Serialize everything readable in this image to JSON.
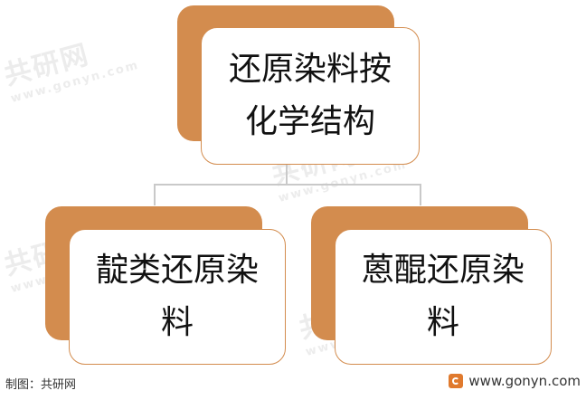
{
  "diagram": {
    "root": {
      "label": "还原染料按\n化学结构"
    },
    "children": [
      {
        "label": "靛类还原染\n料"
      },
      {
        "label": "蒽醌还原染\n料"
      }
    ]
  },
  "watermark": {
    "brand": "共研网",
    "url": "www.gonyn.com"
  },
  "footer": {
    "credit": "制图：共研网",
    "site": "www.gonyn.com"
  },
  "colors": {
    "accent": "#d38c4e",
    "connector": "#c9c9c9",
    "text": "#111111"
  }
}
